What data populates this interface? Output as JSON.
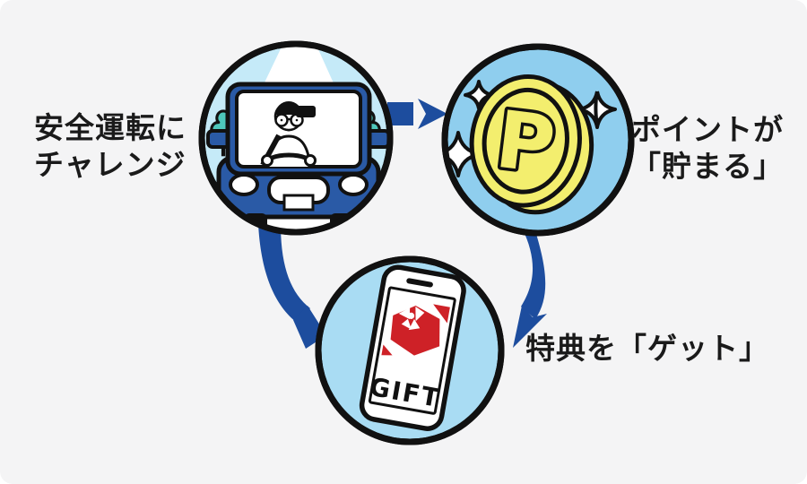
{
  "diagram": {
    "description": "three-step cycle",
    "steps": [
      {
        "id": "safe-driving",
        "label_line1": "安全運転に",
        "label_line2": "チャレンジ",
        "icon": "car-driving"
      },
      {
        "id": "earn-points",
        "label_line1": "ポイントが",
        "label_line2": "「貯まる」",
        "icon": "point-coin"
      },
      {
        "id": "get-reward",
        "label_line1": "特典を「ゲット」",
        "label_line2": "",
        "icon": "gift-smartphone"
      }
    ],
    "coin_letter": "P",
    "phone_screen_label": "GIFT"
  },
  "colors": {
    "background": "#f4f4f5",
    "outline": "#111111",
    "arrow_blue": "#1d4d9e",
    "car_circle_bg": "#c5eaf8",
    "coin_circle_bg": "#8fceee",
    "gift_circle_bg": "#a9dcf3",
    "car_body_blue": "#2a5aa6",
    "tree_teal": "#4ec7bb",
    "coin_yellow": "#f3ee6e",
    "gift_red": "#ce2127",
    "text": "#1a1a1a"
  }
}
